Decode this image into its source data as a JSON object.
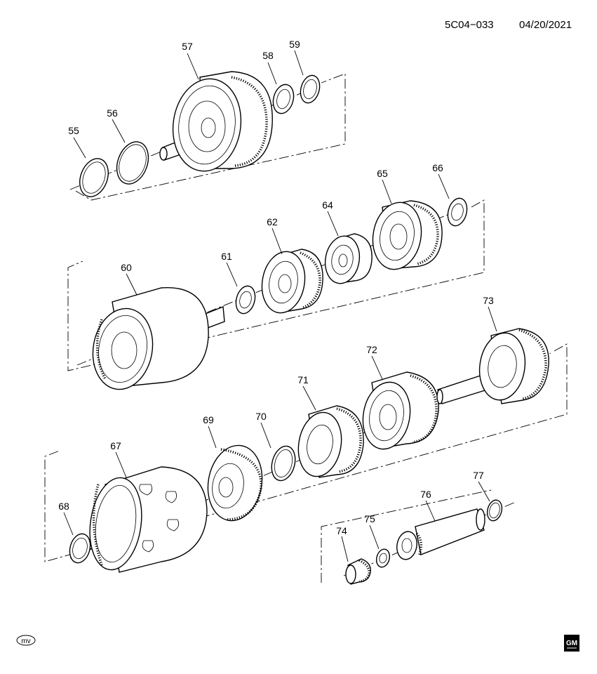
{
  "header": {
    "diagram_code": "5C04−033",
    "date": "04/20/2021"
  },
  "parts": [
    {
      "ref": "55"
    },
    {
      "ref": "56"
    },
    {
      "ref": "57"
    },
    {
      "ref": "58"
    },
    {
      "ref": "59"
    },
    {
      "ref": "60"
    },
    {
      "ref": "61"
    },
    {
      "ref": "62"
    },
    {
      "ref": "64"
    },
    {
      "ref": "65"
    },
    {
      "ref": "66"
    },
    {
      "ref": "67"
    },
    {
      "ref": "68"
    },
    {
      "ref": "69"
    },
    {
      "ref": "70"
    },
    {
      "ref": "71"
    },
    {
      "ref": "72"
    },
    {
      "ref": "73"
    },
    {
      "ref": "74"
    },
    {
      "ref": "75"
    },
    {
      "ref": "76"
    },
    {
      "ref": "77"
    }
  ],
  "footer": {
    "mv_badge": "mv",
    "logo_text": "GM"
  }
}
